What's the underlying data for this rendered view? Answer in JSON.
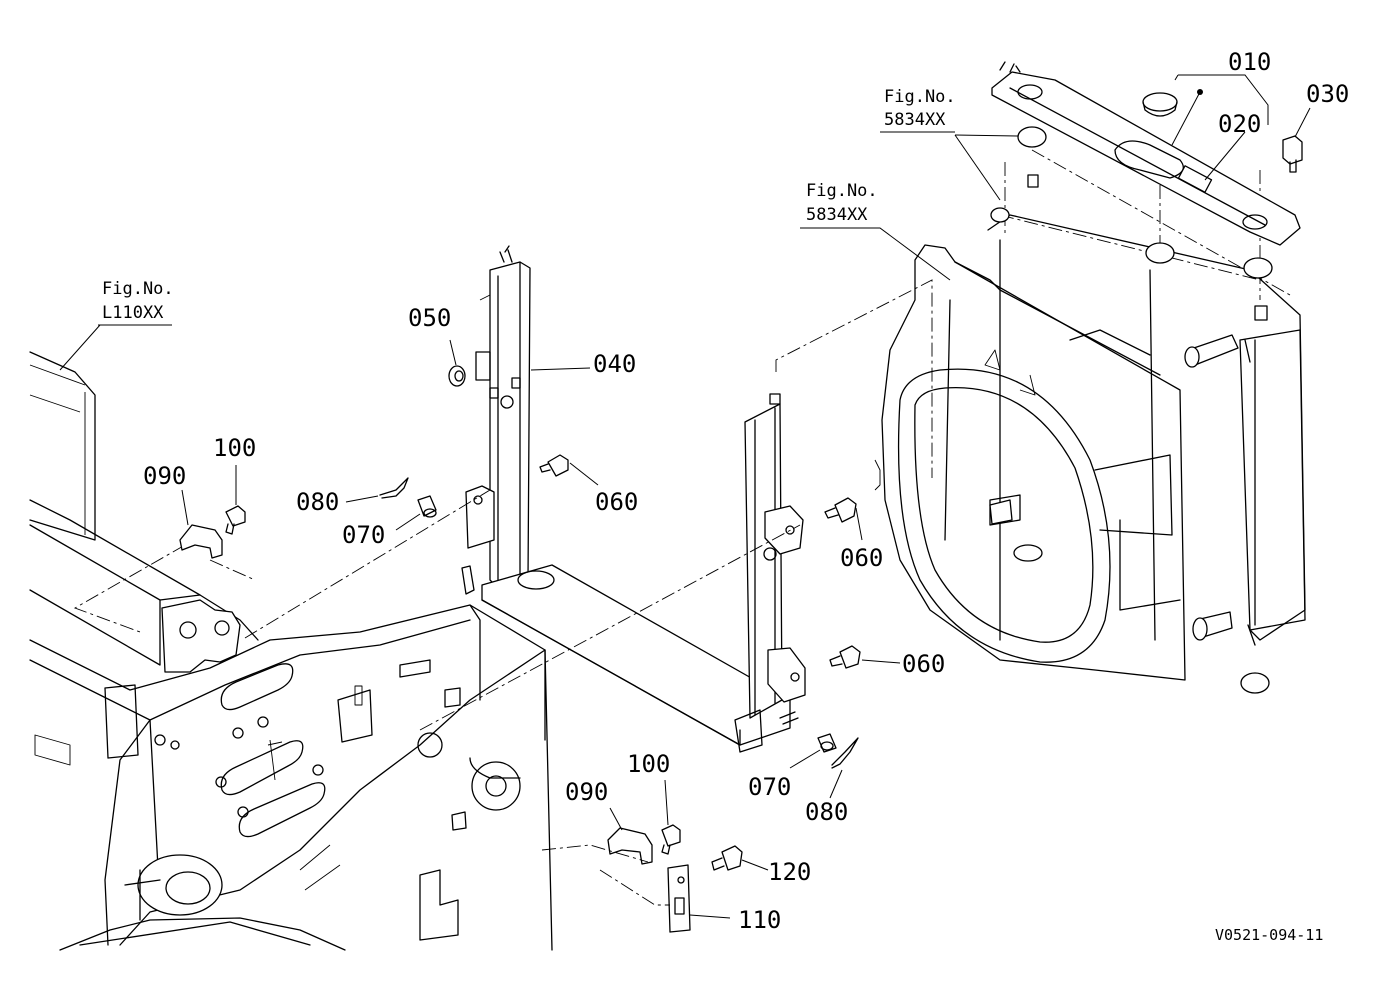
{
  "figure_references": [
    {
      "label": "Fig.No.",
      "number": "5834XX"
    },
    {
      "label": "Fig.No.",
      "number": "5834XX"
    },
    {
      "label": "Fig.No.",
      "number": "L110XX"
    }
  ],
  "part_labels": [
    "010",
    "020",
    "030",
    "040",
    "050",
    "060",
    "060",
    "060",
    "070",
    "070",
    "080",
    "080",
    "090",
    "090",
    "100",
    "100",
    "110",
    "120"
  ],
  "drawing_code": "V0521-094-11"
}
